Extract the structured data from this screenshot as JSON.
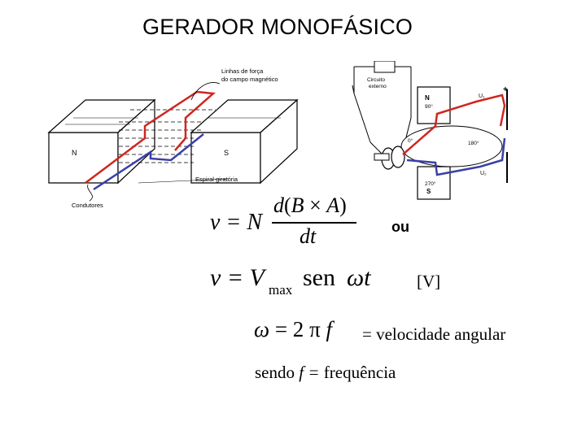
{
  "title": "GERADOR MONOFÁSICO",
  "figure_left": {
    "lines_label": "Linhas de força do campo magnético",
    "lines_label_1": "Linhas de força",
    "lines_label_2": "do campo magnético",
    "pole_n": "N",
    "pole_s": "S",
    "spiral_label": "Espiral giratória",
    "conductors_label": "Condutores"
  },
  "figure_right": {
    "circuit_label_1": "Circuito",
    "circuit_label_2": "externo",
    "pole_n": "N",
    "pole_s": "S",
    "angle_90": "90°",
    "angle_0": "0°",
    "angle_180": "180°",
    "angle_270": "270°",
    "u1": "U₁",
    "u2": "U₂",
    "plus": "+"
  },
  "equations": {
    "ou": "ou",
    "unit": "[V]",
    "omega_desc": "= velocidade angular",
    "sendo": "sendo",
    "f_def": "f =",
    "freq": "frequência"
  },
  "colors": {
    "red": "#d0261f",
    "blue": "#3a3fa8"
  }
}
